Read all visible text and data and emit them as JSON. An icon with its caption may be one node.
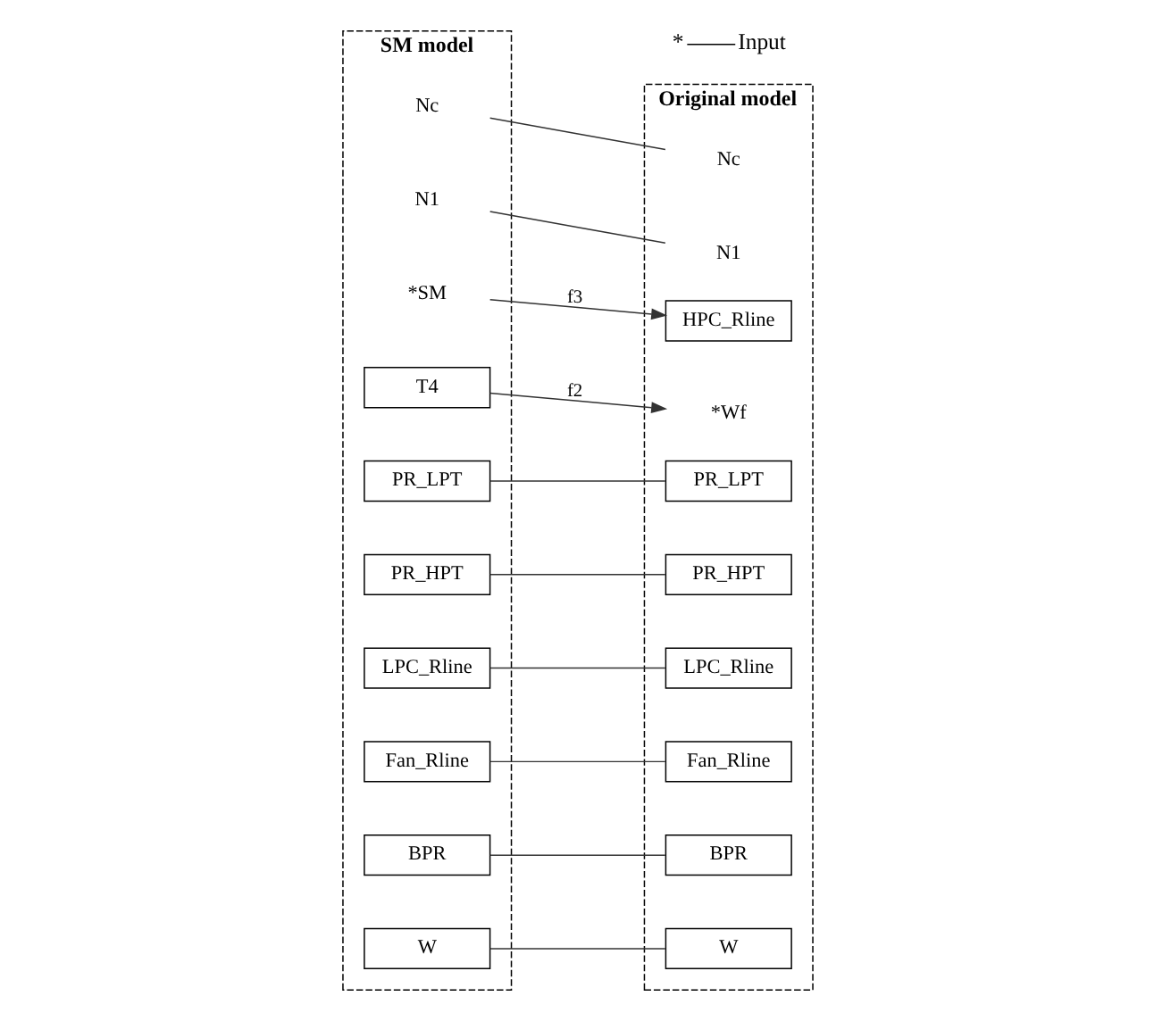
{
  "diagram": {
    "nodes": [
      {
        "text": [
          "SM model"
        ]
      },
      {
        "text": [
          "W"
        ],
        "in": 0
      },
      {
        "text": [
          "BPR"
        ],
        "in": 0
      },
      {
        "text": [
          "Fan_Rline"
        ],
        "in": 0
      },
      {
        "text": [
          "LPC_Rline"
        ],
        "in": 0
      },
      {
        "text": [
          "PR_HPT"
        ],
        "in": 0
      },
      {
        "text": [
          "PR_LPT"
        ],
        "in": 0
      },
      {
        "text": [
          "T4"
        ],
        "in": 0
      },
      {
        "text": [
          "*SM"
        ],
        "in": 0
      },
      {
        "text": [
          "N1"
        ],
        "in": 0
      },
      {
        "text": [
          "Nc"
        ],
        "in": 0
      },
      {
        "text": [
          "Original model"
        ]
      },
      {
        "text": [
          "W"
        ],
        "in": 11
      },
      {
        "text": [
          "BPR"
        ],
        "in": 11
      },
      {
        "text": [
          "Fan_Rline"
        ],
        "in": 11
      },
      {
        "text": [
          "LPC_Rline"
        ],
        "in": 11
      },
      {
        "text": [
          "PR_HPT"
        ],
        "in": 11
      },
      {
        "text": [
          "PR_LPT"
        ],
        "in": 11
      },
      {
        "text": [
          "HPC_Rline"
        ],
        "in": 11
      },
      {
        "text": [
          "*Wf"
        ],
        "in": 11
      },
      {
        "text": [
          "N1"
        ],
        "in": 11
      },
      {
        "text": [
          "Nc"
        ],
        "in": 11
      }
    ],
    "edges": [
      {
        "from": 1,
        "to": 12,
        "arrow": "none"
      },
      {
        "from": 2,
        "to": 13,
        "arrow": "none"
      },
      {
        "from": 3,
        "to": 14,
        "arrow": "none"
      },
      {
        "from": 4,
        "to": 15,
        "arrow": "none"
      },
      {
        "from": 5,
        "to": 16,
        "arrow": "none"
      },
      {
        "from": 6,
        "to": 17,
        "arrow": "none"
      },
      {
        "from": 7,
        "to": 19,
        "arrow": "to",
        "label": "f2"
      },
      {
        "from": 8,
        "to": 18,
        "arrow": "to",
        "label": "f3"
      },
      {
        "from": 9,
        "to": 20,
        "arrow": "none"
      },
      {
        "from": 10,
        "to": 21,
        "arrow": "none"
      }
    ],
    "labels": [
      "*",
      "Input"
    ]
  }
}
